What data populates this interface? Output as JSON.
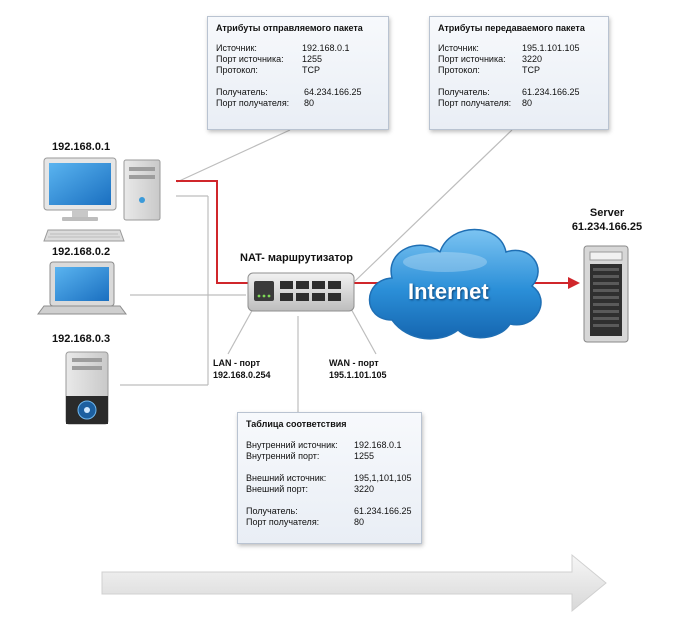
{
  "sent_packet": {
    "title": "Атрибуты отправляемого пакета",
    "source_label": "Источник:",
    "source_value": "192.168.0.1",
    "source_port_label": "Порт источника:",
    "source_port_value": "1255",
    "protocol_label": "Протокол:",
    "protocol_value": "TCP",
    "dest_label": "Получатель:",
    "dest_value": "64.234.166.25",
    "dest_port_label": "Порт получателя:",
    "dest_port_value": "80"
  },
  "forwarded_packet": {
    "title": "Атрибуты передаваемого пакета",
    "source_label": "Источник:",
    "source_value": "195.1.101.105",
    "source_port_label": "Порт источника:",
    "source_port_value": "3220",
    "protocol_label": "Протокол:",
    "protocol_value": "TCP",
    "dest_label": "Получатель:",
    "dest_value": "61.234.166.25",
    "dest_port_label": "Порт получателя:",
    "dest_port_value": "80"
  },
  "mapping_table": {
    "title": "Таблица соответствия",
    "inner_source_label": "Внутренний источник:",
    "inner_source_value": "192.168.0.1",
    "inner_port_label": "Внутренний порт:",
    "inner_port_value": "1255",
    "outer_source_label": "Внешний источник:",
    "outer_source_value": "195,1,101,105",
    "outer_port_label": "Внешний порт:",
    "outer_port_value": "3220",
    "dest_label": "Получатель:",
    "dest_value": "61.234.166.25",
    "dest_port_label": "Порт получателя:",
    "dest_port_value": "80"
  },
  "hosts": {
    "pc1": "192.168.0.1",
    "pc2": "192.168.0.2",
    "pc3": "192.168.0.3"
  },
  "router": {
    "title": "NAT- маршрутизатор",
    "lan_label": "LAN - порт",
    "lan_ip": "192.168.0.254",
    "wan_label": "WAN - порт",
    "wan_ip": "195.1.101.105"
  },
  "cloud": {
    "label": "Internet"
  },
  "server": {
    "label": "Server",
    "ip": "61.234.166.25"
  },
  "colors": {
    "accent_line": "#d0262b",
    "gray_line": "#bdbdbd",
    "cloud": "#2b8fd8",
    "box_border": "#b9c3d1"
  }
}
